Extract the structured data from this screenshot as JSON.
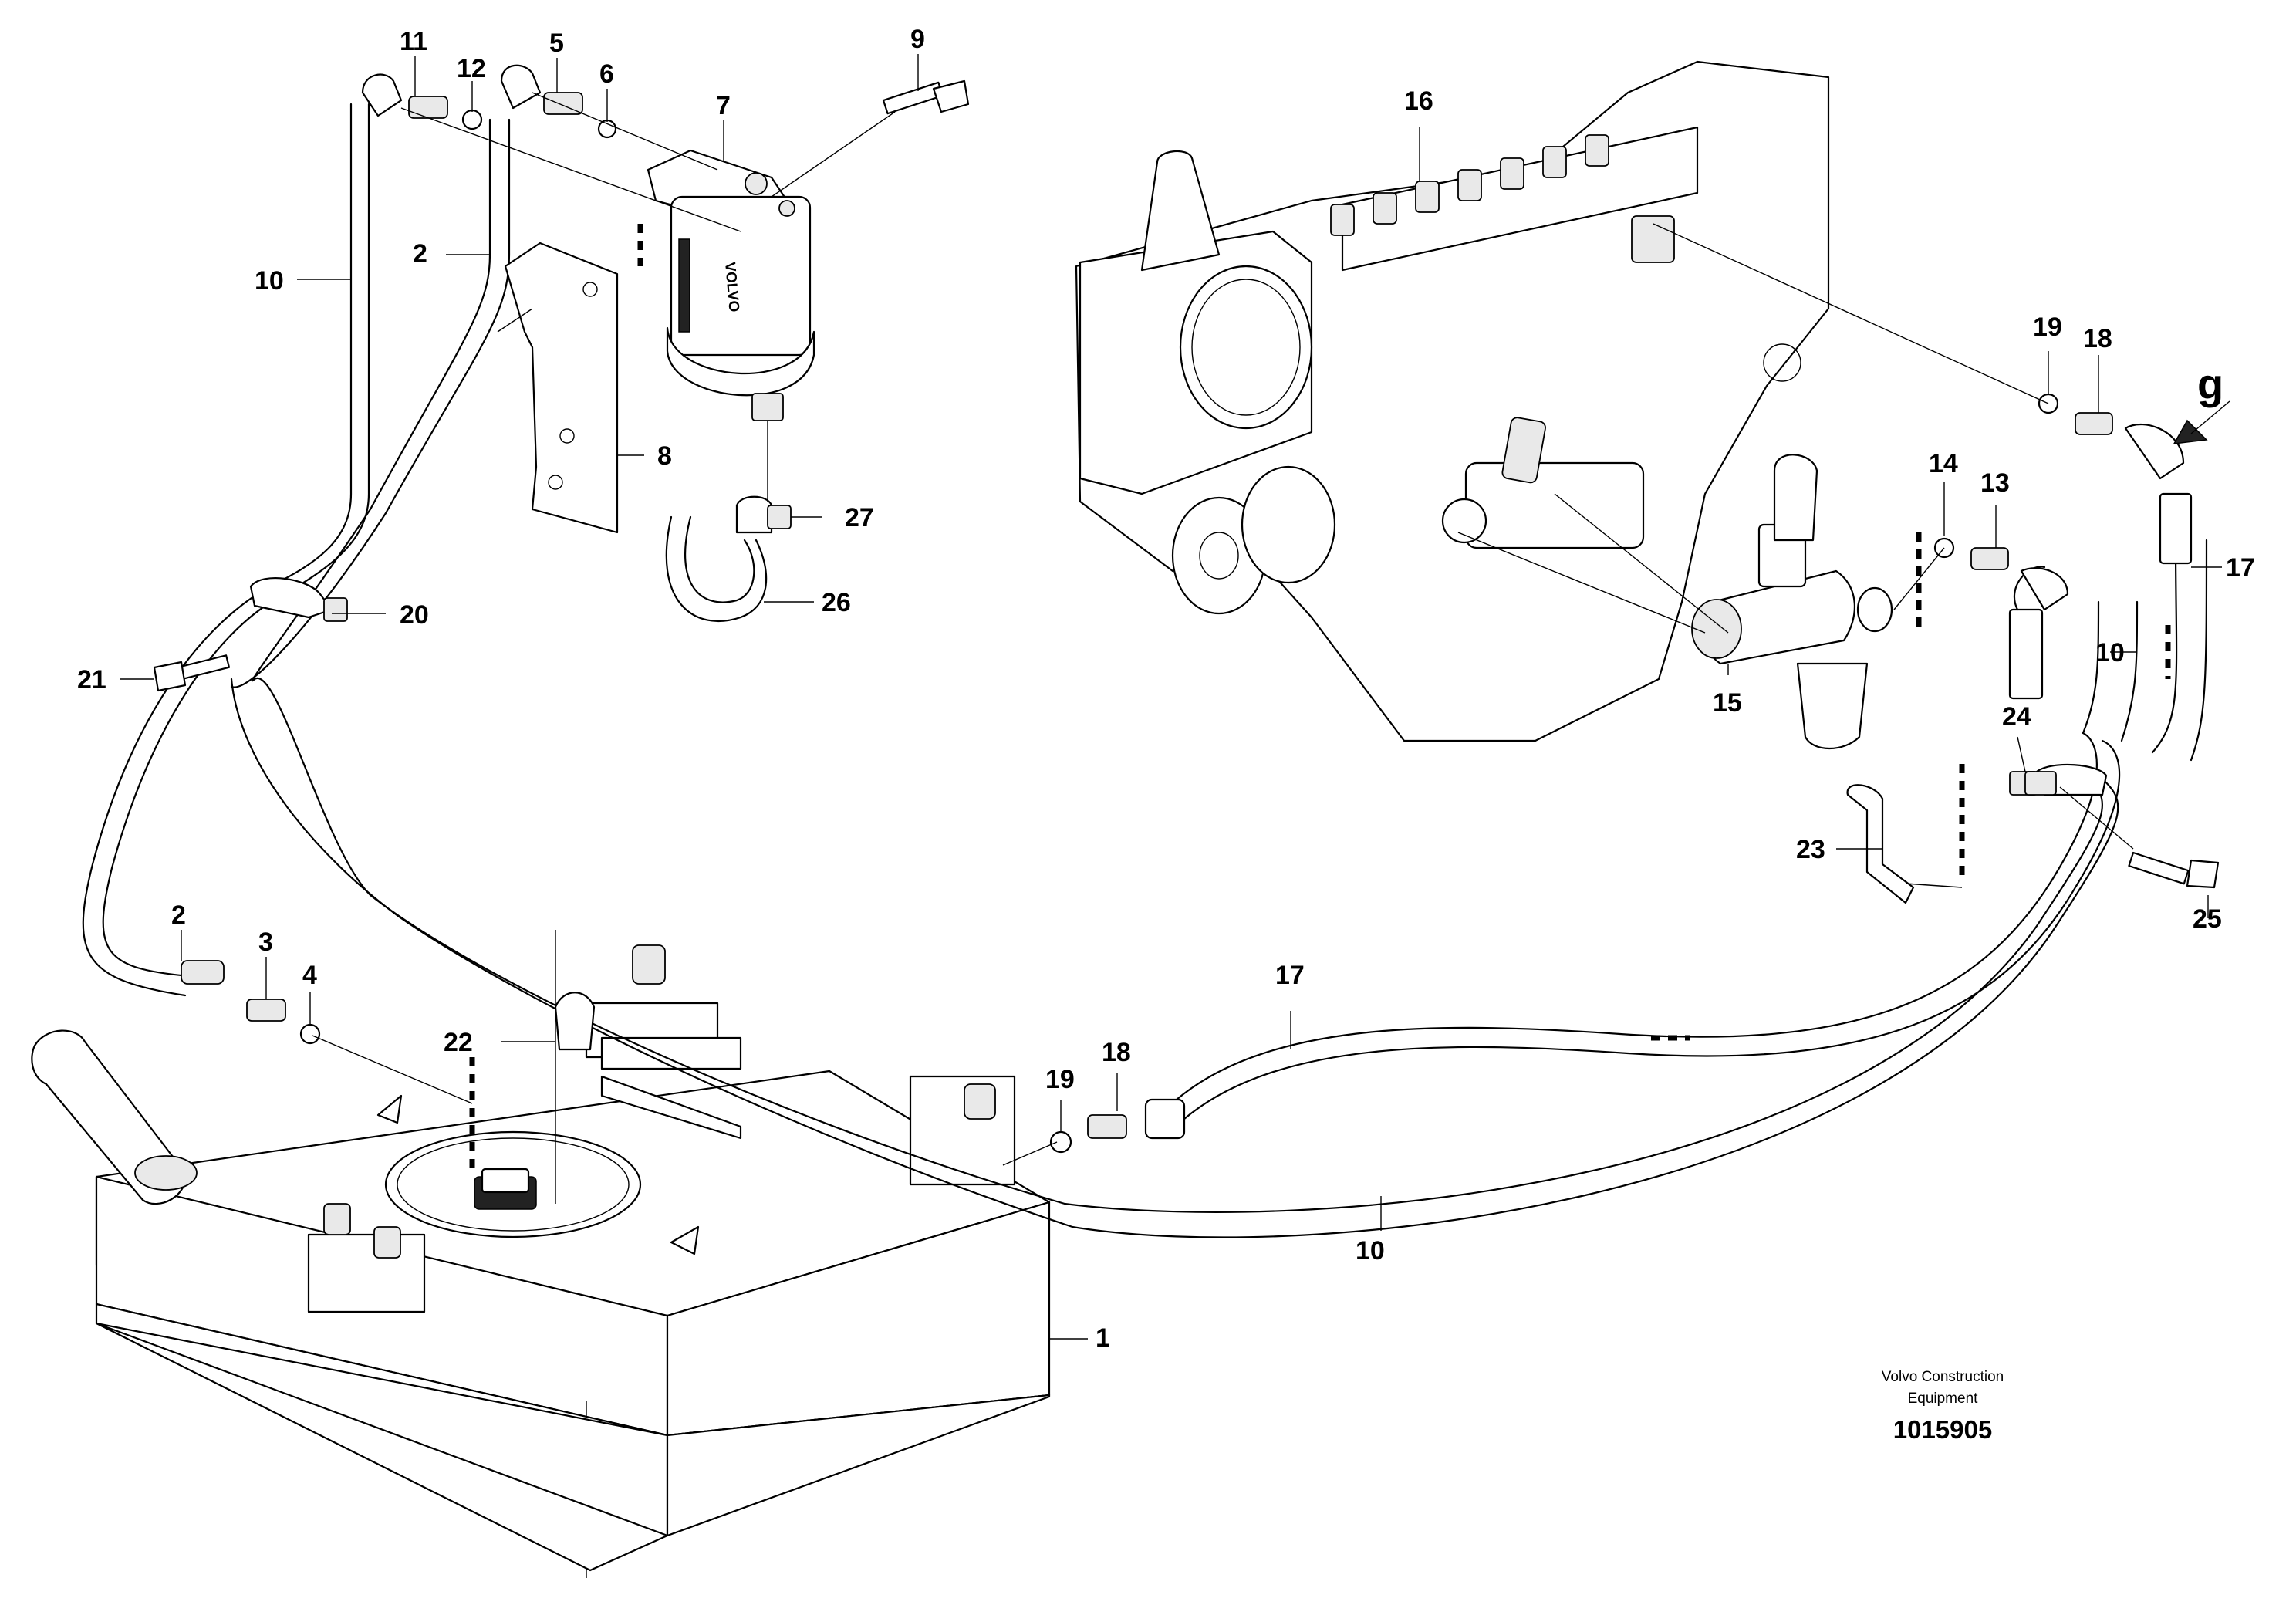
{
  "callouts": {
    "c1": "1",
    "c2a": "2",
    "c2b": "2",
    "c3": "3",
    "c4": "4",
    "c5": "5",
    "c6": "6",
    "c7": "7",
    "c8": "8",
    "c9": "9",
    "c10a": "10",
    "c10b": "10",
    "c10c": "10",
    "c11": "11",
    "c12": "12",
    "c13": "13",
    "c14": "14",
    "c15": "15",
    "c16": "16",
    "c17a": "17",
    "c17b": "17",
    "c18a": "18",
    "c18b": "18",
    "c19a": "19",
    "c19b": "19",
    "c20": "20",
    "c21": "21",
    "c22": "22",
    "c23": "23",
    "c24": "24",
    "c25": "25",
    "c26": "26",
    "c27": "27"
  },
  "view_marker": "g",
  "filter_brand": "VOLVO",
  "footer": {
    "brand_line1": "Volvo Construction",
    "brand_line2": "Equipment",
    "doc_number": "1015905"
  },
  "colors": {
    "line": "#000000",
    "background": "#ffffff"
  }
}
